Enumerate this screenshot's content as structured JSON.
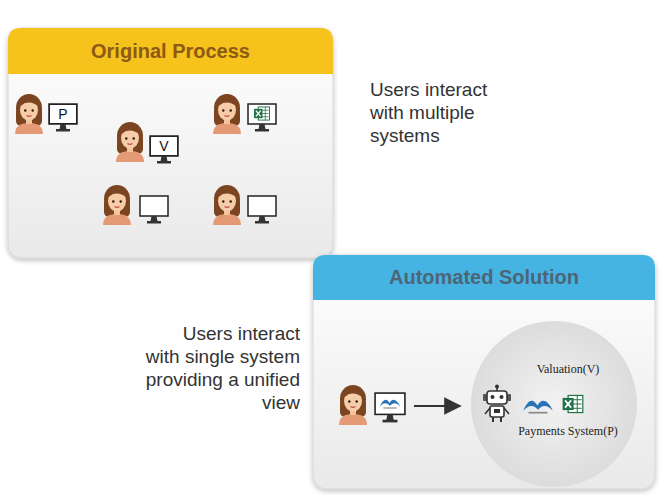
{
  "diagram": {
    "nodes": [
      {
        "text": [
          "Original Process"
        ]
      },
      {
        "text": [
          "P"
        ],
        "in": 0
      },
      {
        "text": [
          "V"
        ],
        "in": 0
      },
      {
        "text": [
          "Automated Solution"
        ]
      },
      {
        "text": [
          "Valuation(V)",
          "Payments System(P)"
        ],
        "in": 3
      }
    ],
    "labels": [
      "Users interact with multiple systems",
      "Users interact with single system providing a unified view"
    ]
  }
}
